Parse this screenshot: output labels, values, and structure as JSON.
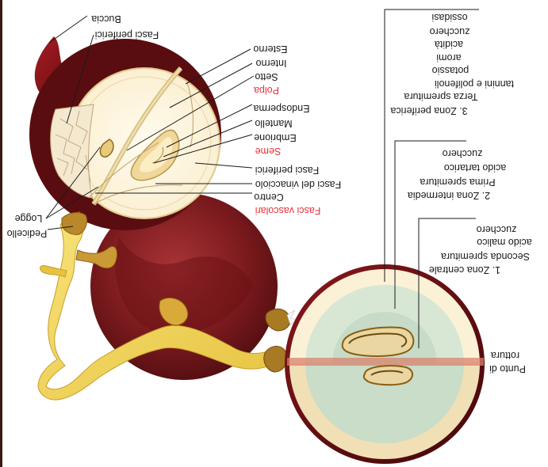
{
  "labels": {
    "buccia": "Buccia",
    "fasci_periferici_top": "Fasci periferici",
    "esterno": "Esterno",
    "interno": "Interno",
    "setto": "Setto",
    "polpa": "Polpa",
    "endosperma": "Endosperma",
    "mantello": "Mantello",
    "embrione": "Embrione",
    "seme": "Seme",
    "fasci_periferici_mid": "Fasci periferici",
    "fasci_vinacciolo": "Fasci del vinacciolo",
    "centro": "Centro",
    "fasci_vascolari": "Fasci vascolari",
    "logge": "Logge",
    "pedicello": "Pedicello",
    "punto_di": "Punto di",
    "rottura": "rottura"
  },
  "zones": {
    "zone3": {
      "title": "3. Zona periferica",
      "subtitle": "Terza spremitura",
      "items": [
        "tannini e polifenoli",
        "potassio",
        "aromi",
        "acidità",
        "zucchero",
        "ossidasi"
      ]
    },
    "zone2": {
      "title": "2. Zona intermedia",
      "subtitle": "Prima spremitura",
      "items": [
        "acido tartarico",
        "zucchero"
      ]
    },
    "zone1": {
      "title": "1. Zona centrale",
      "subtitle": "Seconda spremitura",
      "items": [
        "acido malico",
        "zucchero"
      ]
    }
  },
  "colors": {
    "skin_dark": "#5a0d10",
    "skin_mid": "#8a1a1c",
    "pulp_light": "#fdf6e0",
    "pulp_cream": "#f3e0b5",
    "zone_green": "#d5e6d2",
    "stem_yellow": "#f1d75c",
    "stem_brown": "#9a6b1c",
    "break_line": "#c8745a",
    "label_red": "#e8303a"
  }
}
